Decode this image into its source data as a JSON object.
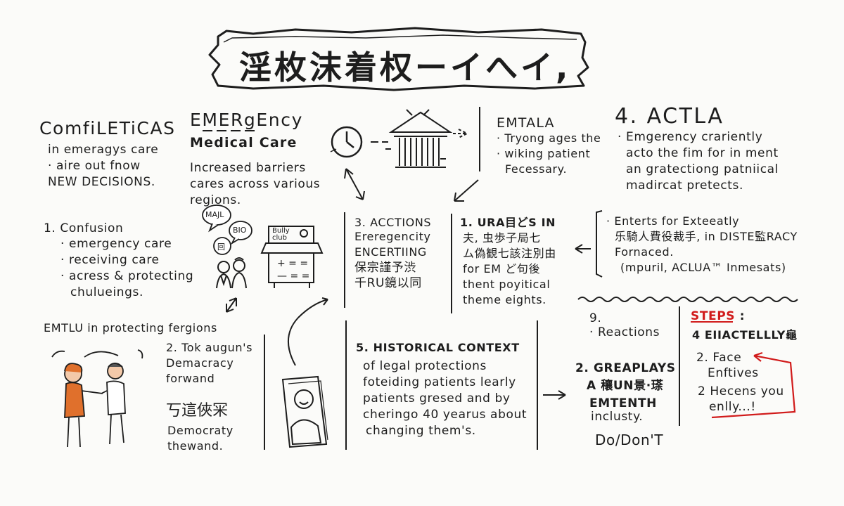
{
  "title": "淫枚沫着权ーイへイ,",
  "comfileticas": {
    "heading": "ComfiLETiCAS",
    "lines": [
      "in emeragys care",
      "· aire out fnow",
      "NEW DECISIONS."
    ]
  },
  "emergency": {
    "heading": "EMERgEncy",
    "subheading": "Medical Care",
    "lines": [
      "Increased barriers",
      "cares across various",
      "regions."
    ]
  },
  "confusion": {
    "heading": "1. Confusion",
    "lines": [
      "· emergency care",
      "· receiving care",
      "· acress & protecting",
      "chulueings."
    ]
  },
  "bubbles": [
    "MAJL",
    "BIO",
    "回"
  ],
  "building": {
    "sign_lines": [
      "Bully",
      "club"
    ],
    "symbols": [
      "+ = =",
      "— = ="
    ]
  },
  "emtala": {
    "heading": "EMTALA",
    "lines": [
      "· Tryong ages the",
      "· wiking patient",
      "Fecessary."
    ]
  },
  "actla": {
    "heading": "4. ACTLA",
    "lines": [
      "· Emgerency crariently",
      "acto the fim for in ment",
      "an gratectiong patniical",
      "madircat pretects."
    ]
  },
  "actions": {
    "heading": "3. ACCTIONS",
    "lines": [
      "Ereregencity",
      "ENCERTIING",
      "保宗謹予渋",
      "千RU鏡以同"
    ]
  },
  "ura": {
    "heading": "1. URA目どS IN",
    "lines": [
      "夫, 虫歩子局七",
      "ム偽観七該注別由",
      "for EM ど句後",
      "thent poyitical",
      "theme eights."
    ]
  },
  "enterts": {
    "lines": [
      "· Enterts for Exteeatly",
      "乐騎人費役裁手, in DISTE監RACY",
      "Fornaced.",
      "(mpuril, ACLUA™ Inmesats)"
    ]
  },
  "emtlu": {
    "text": "EMTLU in protecting fergions"
  },
  "tok": {
    "lines": [
      "2. Tok augun's",
      "Demacracy",
      "forwand"
    ],
    "cjk": "丂這俠冞",
    "lines_b": [
      "Democraty",
      "thewand."
    ]
  },
  "historical": {
    "heading": "5. HISTORICAL CONTEXT",
    "lines": [
      "of legal protections",
      "foteiding patients learly",
      "patients gresed and by",
      "cheringo 40 yearus about",
      "changing them's."
    ]
  },
  "reactions": {
    "number": "9.",
    "label": "· Reactions"
  },
  "greaplays": {
    "lines": [
      "2. GREAPLAYS",
      "A 穰UN景·瑹",
      "EMTENTH"
    ],
    "sub": "inclusty.",
    "dodont": "Do/Don'T"
  },
  "steps": {
    "heading": "STEPS",
    "colon": ":",
    "line1": "4 EIIACTELLLY龜",
    "face": "2. Face",
    "enif": "Enftives",
    "hecens": "2 Hecens you",
    "enlly": "enlly...!"
  },
  "colors": {
    "ink": "#1d1d1d",
    "accent_red": "#d11b1b",
    "skin": "#f3c9a9",
    "hair": "#e0702c",
    "paper": "#fbfbf9"
  }
}
